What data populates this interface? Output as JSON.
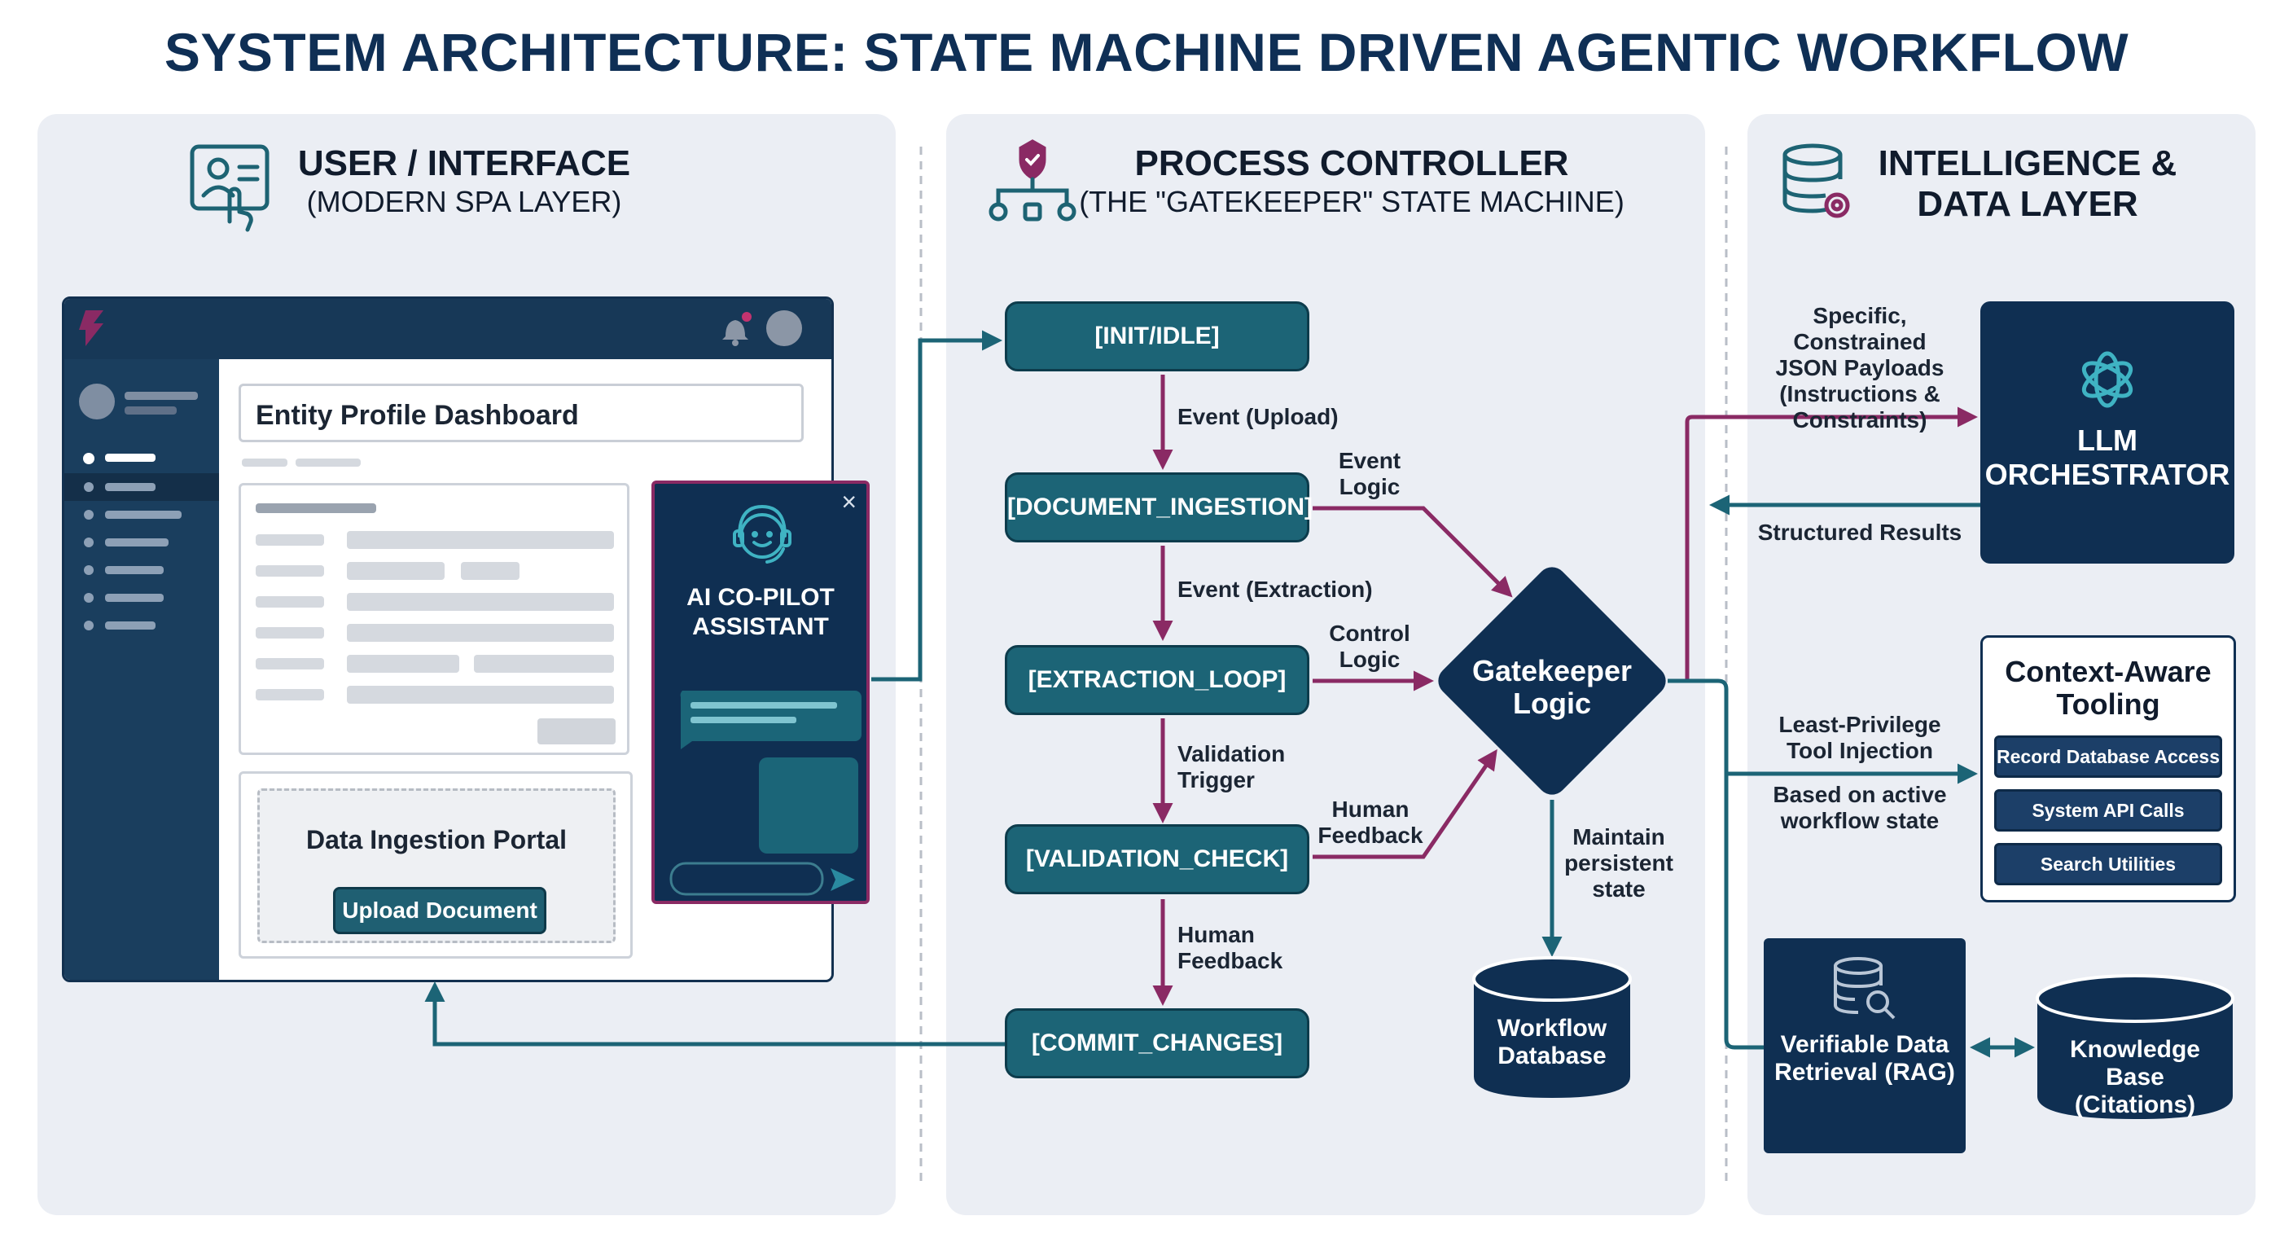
{
  "title": "SYSTEM ARCHITECTURE: STATE MACHINE DRIVEN AGENTIC WORKFLOW",
  "columns": {
    "user": {
      "title": "USER / INTERFACE",
      "subtitle": "(MODERN SPA LAYER)",
      "icon": "user-profile-touch-icon"
    },
    "process": {
      "title": "PROCESS CONTROLLER",
      "subtitle": "(THE \"GATEKEEPER\" STATE MACHINE)",
      "icon": "org-chart-check-icon"
    },
    "intel": {
      "title_line1": "INTELLIGENCE &",
      "title_line2": "DATA LAYER",
      "icon": "database-gear-icon"
    }
  },
  "app": {
    "dashboard_title": "Entity Profile Dashboard",
    "portal_label": "Data Ingestion Portal",
    "upload_button": "Upload Document",
    "copilot_line1": "AI CO-PILOT",
    "copilot_line2": "ASSISTANT",
    "copilot_close": "×",
    "send_icon": "send-icon"
  },
  "states": {
    "init": "[INIT/IDLE]",
    "ingestion": "[DOCUMENT_INGESTION]",
    "extraction": "[EXTRACTION_LOOP]",
    "validation": "[VALIDATION_CHECK]",
    "commit": "[COMMIT_CHANGES]"
  },
  "transitions": {
    "upload": "Event (Upload)",
    "extraction": "Event (Extraction)",
    "validation_l1": "Validation",
    "validation_l2": "Trigger",
    "human_l1": "Human",
    "human_l2": "Feedback"
  },
  "gatekeeper": {
    "line1": "Gatekeeper",
    "line2": "Logic",
    "event_logic_l1": "Event",
    "event_logic_l2": "Logic",
    "control_logic_l1": "Control",
    "control_logic_l2": "Logic",
    "human_feedback_l1": "Human",
    "human_feedback_l2": "Feedback",
    "persist_l1": "Maintain",
    "persist_l2": "persistent",
    "persist_l3": "state"
  },
  "workflow_db": {
    "line1": "Workflow",
    "line2": "Database"
  },
  "intel": {
    "payload_l1": "Specific, Constrained",
    "payload_l2": "JSON Payloads",
    "payload_l3": "(Instructions &",
    "payload_l4": "Constraints)",
    "llm_l1": "LLM",
    "llm_l2": "ORCHESTRATOR",
    "llm_icon": "openai-knot-icon",
    "structured_results": "Structured Results",
    "least_l1": "Least-Privilege",
    "least_l2": "Tool Injection",
    "based_l1": "Based on active",
    "based_l2": "workflow state",
    "tooling_l1": "Context-Aware",
    "tooling_l2": "Tooling",
    "tools": [
      "Record Database Access",
      "System API Calls",
      "Search Utilities"
    ],
    "rag_l1": "Verifiable Data",
    "rag_l2": "Retrieval (RAG)",
    "rag_icon": "database-search-icon",
    "kb_l1": "Knowledge Base",
    "kb_l2": "(Citations)"
  },
  "colors": {
    "teal": "#1c6476",
    "navy": "#0f2f52",
    "magenta": "#8a2a64",
    "panel": "#ebeef4"
  }
}
